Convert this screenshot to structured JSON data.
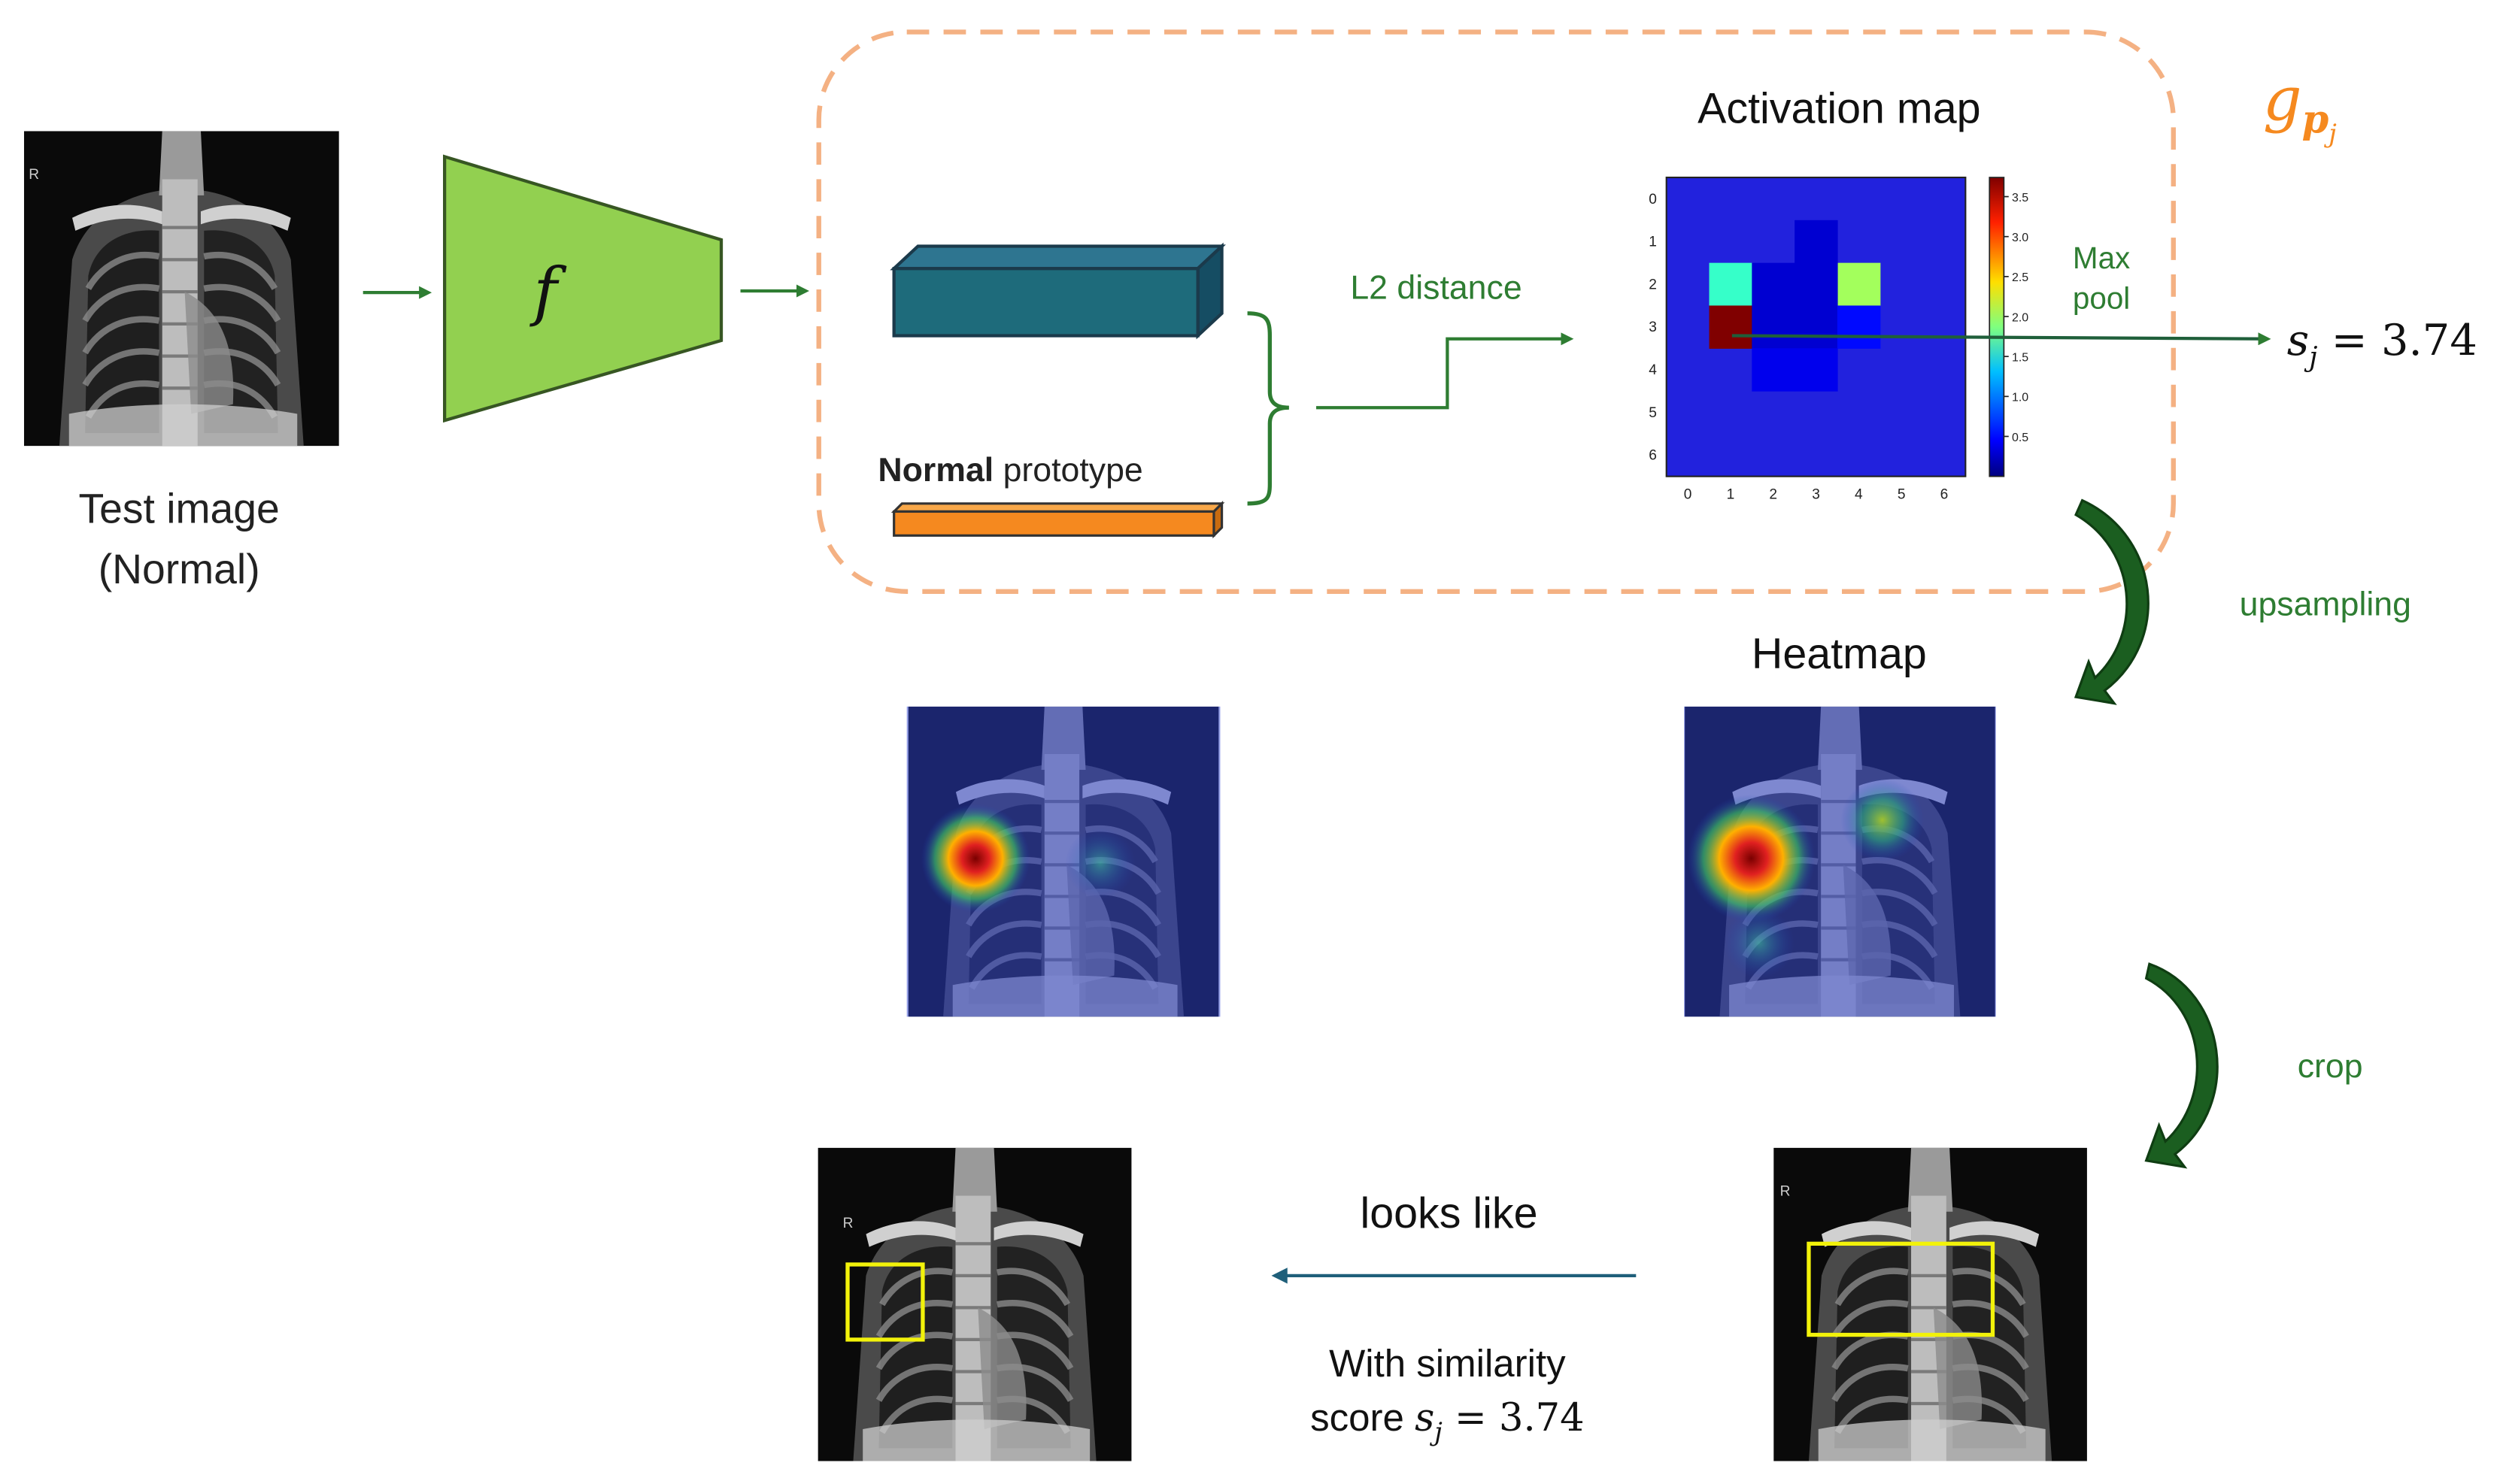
{
  "test_image": {
    "line1": "Test image",
    "line2": "(Normal)",
    "marker": "R"
  },
  "encoder": {
    "symbol": "f"
  },
  "prototype_label": {
    "bold": "Normal",
    "rest": " prototype"
  },
  "l2_label": "L2 distance",
  "activation_map": {
    "title": "Activation map",
    "x_ticks": [
      "0",
      "1",
      "2",
      "3",
      "4",
      "5",
      "6"
    ],
    "y_ticks": [
      "0",
      "1",
      "2",
      "3",
      "4",
      "5",
      "6"
    ],
    "colorbar_ticks": [
      "3.5",
      "3.0",
      "2.5",
      "2.0",
      "1.5",
      "1.0",
      "0.5"
    ],
    "cells": [
      {
        "row": 2,
        "col": 1,
        "value": 1.6
      },
      {
        "row": 2,
        "col": 4,
        "value": 2.0
      },
      {
        "row": 3,
        "col": 1,
        "value": 3.74
      },
      {
        "row": 1,
        "col": 3,
        "value": 0.3
      },
      {
        "row": 2,
        "col": 2,
        "value": 0.3
      },
      {
        "row": 2,
        "col": 3,
        "value": 0.3
      },
      {
        "row": 3,
        "col": 2,
        "value": 0.3
      },
      {
        "row": 3,
        "col": 3,
        "value": 0.3
      },
      {
        "row": 3,
        "col": 4,
        "value": 0.5
      },
      {
        "row": 4,
        "col": 2,
        "value": 0.4
      },
      {
        "row": 4,
        "col": 3,
        "value": 0.4
      }
    ]
  },
  "max_pool": {
    "line1": "Max",
    "line2": "pool"
  },
  "g_label": {
    "main": "g",
    "sub": "p",
    "subsub": "j"
  },
  "score_right": {
    "var": "s",
    "sub": "j",
    "rest": " = 3.74"
  },
  "upsampling_label": "upsampling",
  "heatmap_title": "Heatmap",
  "crop_label": "crop",
  "looks_like_label": "looks like",
  "similarity": {
    "line1": "With similarity",
    "prefix": "score ",
    "var": "s",
    "sub": "j",
    "rest": " = 3.74"
  },
  "colors": {
    "green_arrow": "#2e7d32",
    "dark_green": "#1b5e20",
    "teal": "#1e6b7b",
    "orange": "#f5891f",
    "encoder_green": "#92d050",
    "dashed_orange": "#f4b183",
    "blue_arrow": "#1f5f7a",
    "yellow_box": "#f2f20a"
  }
}
